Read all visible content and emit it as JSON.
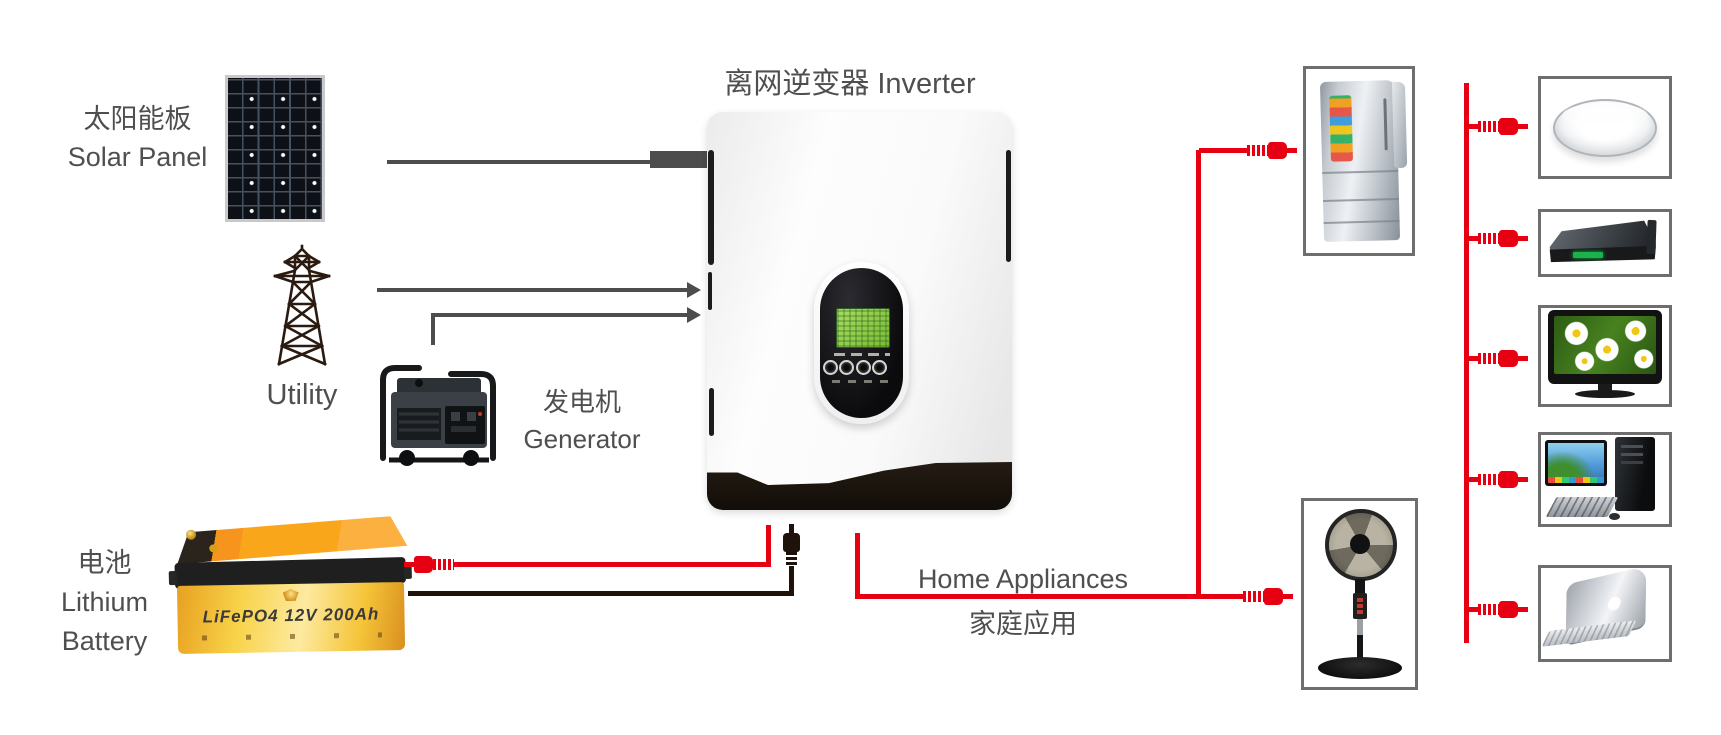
{
  "diagram": {
    "inverter": {
      "title": "离网逆变器 Inverter"
    },
    "sources": {
      "solar_panel": {
        "label_zh": "太阳能板",
        "label_en": "Solar Panel"
      },
      "utility": {
        "label": "Utility"
      },
      "generator": {
        "label_zh": "发电机",
        "label_en": "Generator"
      },
      "battery": {
        "label_zh": "电池",
        "label_en_line1": "Lithium",
        "label_en_line2": "Battery",
        "model_text": "LiFePO4 12V 200Ah"
      }
    },
    "loads": {
      "heading_en": "Home Appliances",
      "heading_zh": "家庭应用",
      "items": [
        {
          "icon": "fridge-icon"
        },
        {
          "icon": "ceiling-light-icon"
        },
        {
          "icon": "set-top-box-icon"
        },
        {
          "icon": "tv-icon"
        },
        {
          "icon": "desktop-computer-icon"
        },
        {
          "icon": "laptop-icon"
        },
        {
          "icon": "stand-fan-icon"
        }
      ]
    },
    "colors": {
      "wire_red": "#e60012",
      "wire_gray": "#4d4d4d",
      "wire_black": "#1e120a",
      "text": "#4f4f4f",
      "box_border": "#6e6e6e",
      "battery_yellow": "#f5c63f",
      "lcd_green": "#8cc63f"
    }
  }
}
